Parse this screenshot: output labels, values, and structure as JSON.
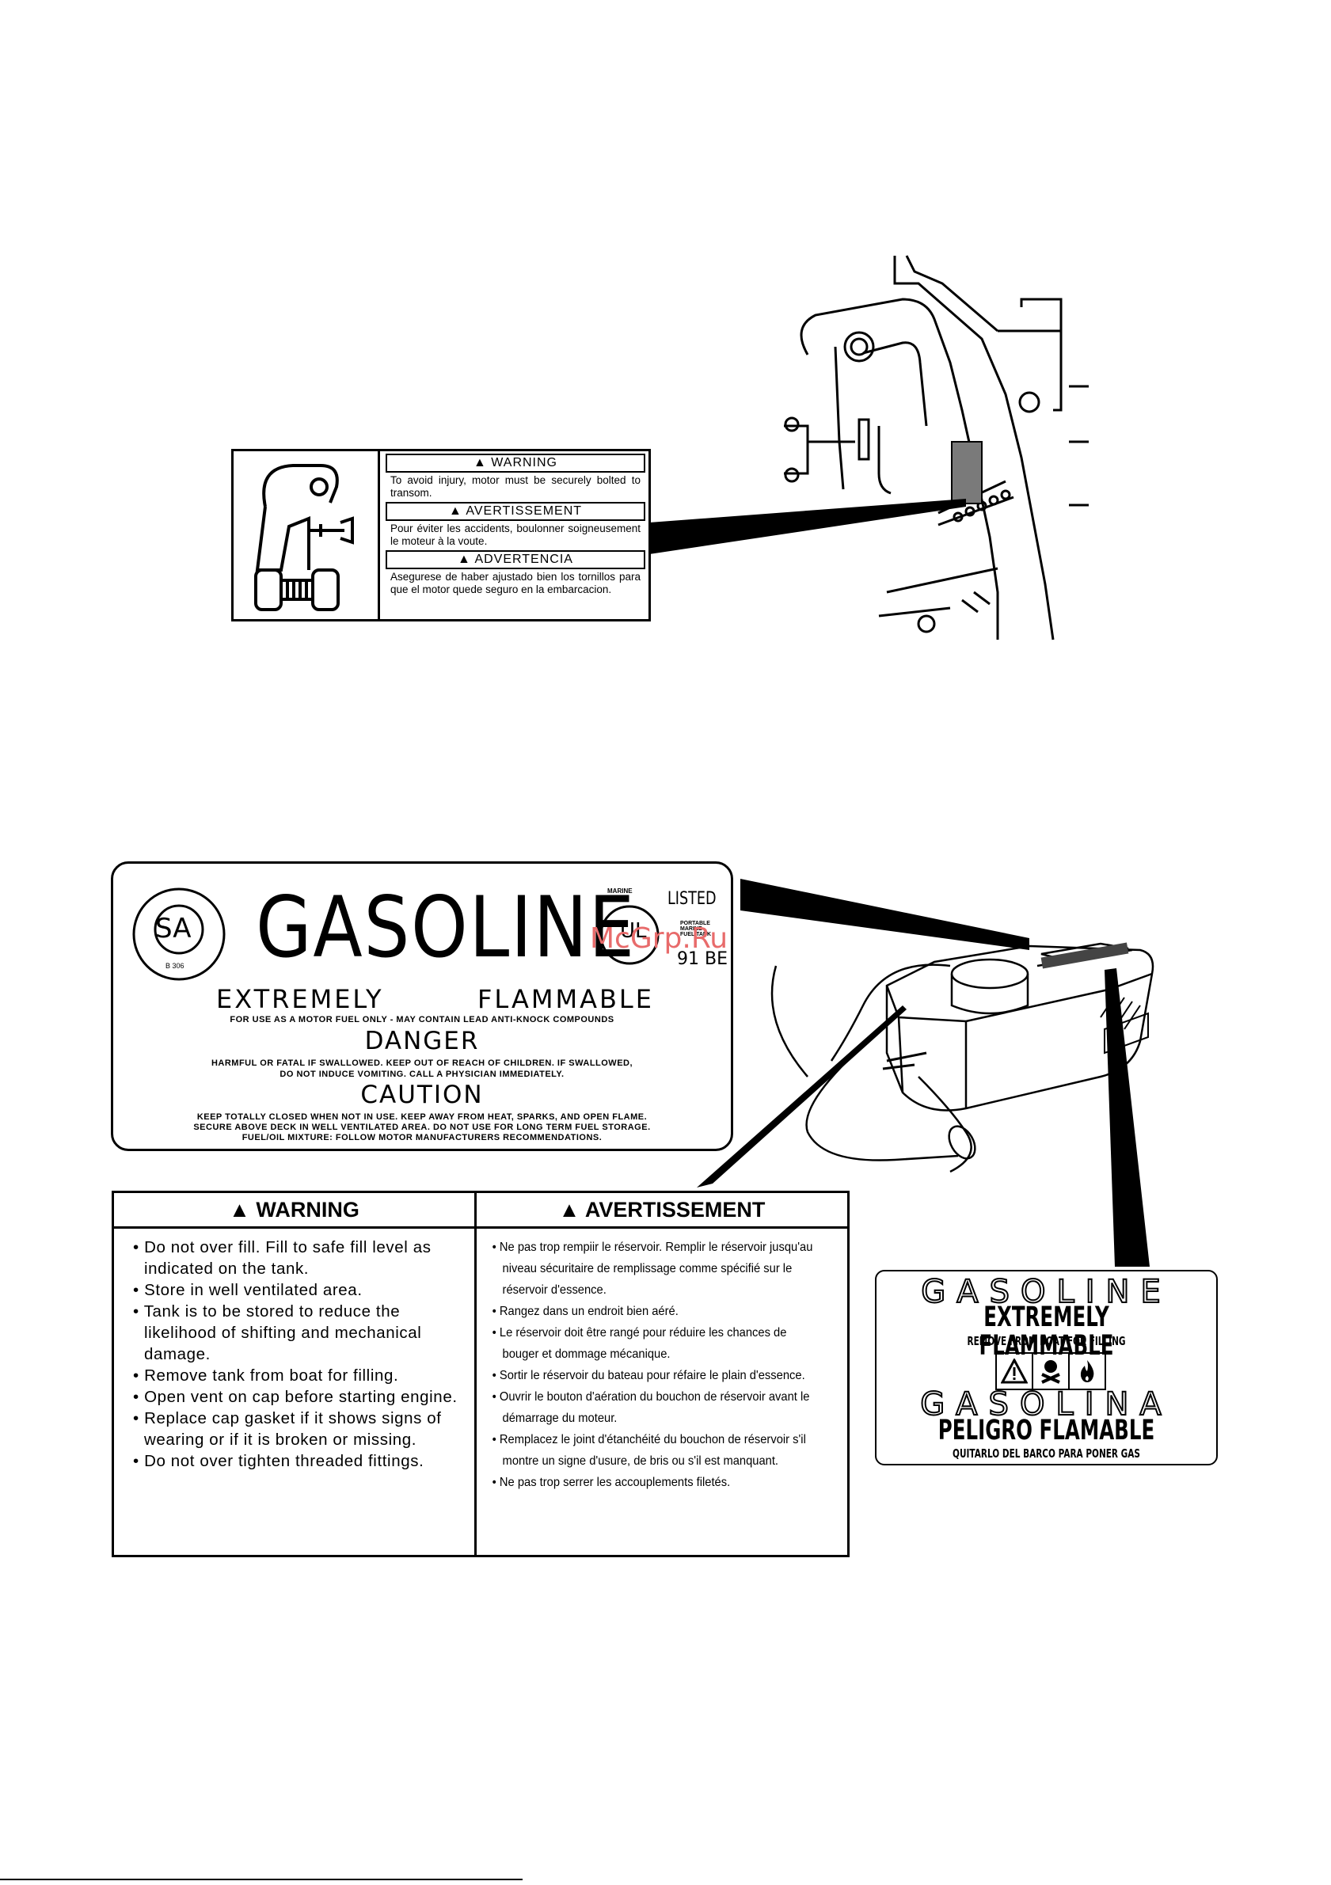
{
  "transom_label": {
    "warning": {
      "title": "WARNING",
      "body": "To avoid injury, motor must be securely bolted to transom."
    },
    "avertissement": {
      "title": "AVERTISSEMENT",
      "body": "Pour éviter les accidents, boulonner soigneusement le moteur à la voute."
    },
    "advertencia": {
      "title": "ADVERTENCIA",
      "body": "Asegurese de haber ajustado bien los tornillos para que el motor quede seguro en la embarcacion."
    }
  },
  "gasoline_label": {
    "csa_text": "SA",
    "csa_code": "B 306",
    "ul_mark": "UL",
    "marine_text": "MARINE",
    "listed": "LISTED",
    "portable_marine": "PORTABLE MARINE",
    "fuel_tank": "FUEL TANK",
    "code": "91 BE",
    "title": "GASOLINE",
    "extremely": "EXTREMELY",
    "flammable": "FLAMMABLE",
    "use_line": "FOR USE AS A MOTOR FUEL ONLY - MAY CONTAIN LEAD ANTI-KNOCK COMPOUNDS",
    "danger": "DANGER",
    "danger_line1": "HARMFUL OR FATAL IF SWALLOWED. KEEP OUT OF REACH OF CHILDREN. IF SWALLOWED,",
    "danger_line2": "DO NOT INDUCE VOMITING. CALL A PHYSICIAN IMMEDIATELY.",
    "caution": "CAUTION",
    "caution_line1": "KEEP TOTALLY CLOSED WHEN NOT IN USE. KEEP AWAY FROM HEAT, SPARKS, AND OPEN FLAME.",
    "caution_line2": "SECURE ABOVE DECK IN WELL VENTILATED AREA. DO NOT USE FOR LONG TERM FUEL STORAGE.",
    "caution_line3": "FUEL/OIL MIXTURE: FOLLOW MOTOR MANUFACTURERS RECOMMENDATIONS."
  },
  "watermark": "McGrp.Ru",
  "warning_table": {
    "en_title": "WARNING",
    "fr_title": "AVERTISSEMENT",
    "en_items": [
      "Do not over fill. Fill to safe fill level as indicated on the tank.",
      "Store in well ventilated area.",
      "Tank is to be stored to reduce the likelihood of shifting and mechanical damage.",
      "Remove tank from boat for filling.",
      "Open vent on cap before starting engine.",
      "Replace cap gasket if it shows signs of wearing or if it is broken or missing.",
      "Do not over tighten threaded fittings."
    ],
    "fr_items": [
      "Ne pas trop rempiir le réservoir. Remplir le réservoir jusqu'au niveau sécuritaire de remplissage comme spécifié sur le réservoir d'essence.",
      "Rangez dans un endroit bien aéré.",
      "Le réservoir doit être rangé pour réduire les chances de bouger et dommage mécanique.",
      "Sortir le réservoir du bateau pour réfaire le plain d'essence.",
      "Ouvrir le bouton d'aération du bouchon de réservoir avant le démarrage du moteur.",
      "Remplacez le joint d'étanchéité du bouchon de réservoir s'il montre un signe d'usure, de bris ou s'il est manquant.",
      "Ne pas trop serrer les accouplements filetés."
    ]
  },
  "small_label": {
    "gasoline": "GASOLINE",
    "extremely_flammable": "EXTREMELY FLAMMABLE",
    "remove": "REMOVE FROM BOAT FOR FILLING",
    "gasolina": "GASOLINA",
    "peligro": "PELIGRO FLAMABLE",
    "quitarlo": "QUITARLO DEL BARCO PARA PONER GAS"
  }
}
